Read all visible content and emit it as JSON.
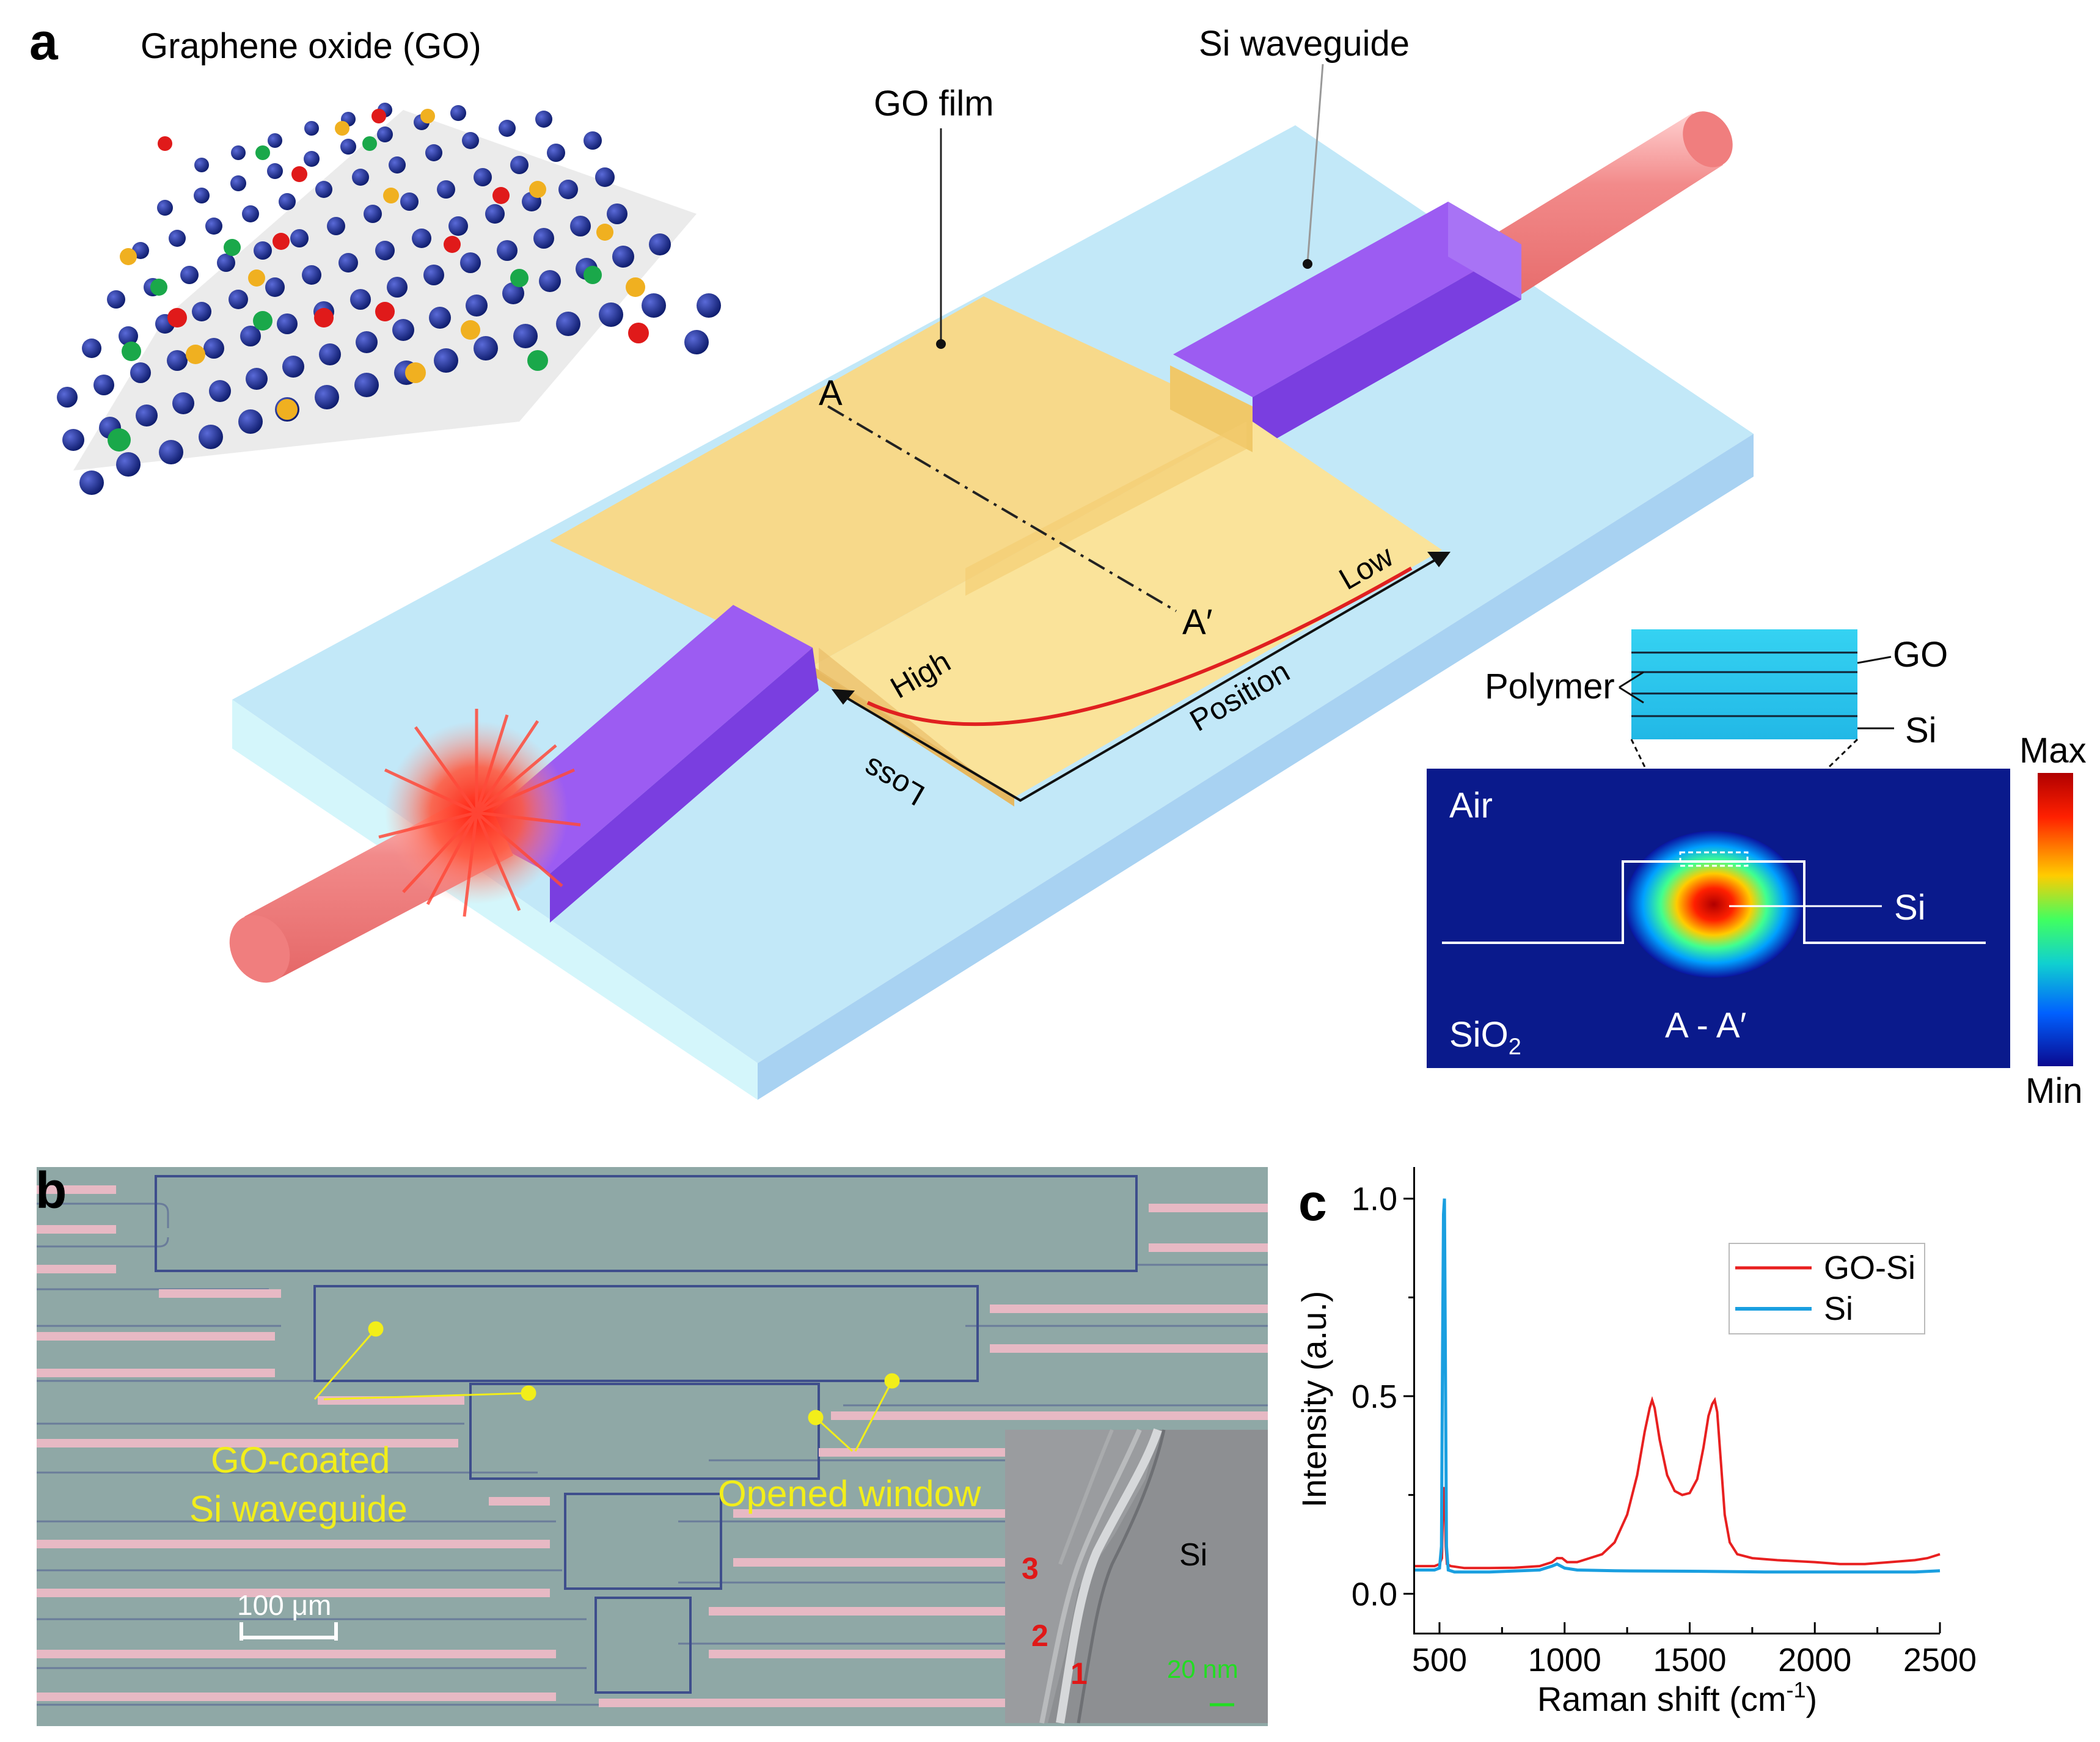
{
  "panel_a": {
    "letter": "a",
    "labels": {
      "graphene_oxide": "Graphene oxide (GO)",
      "si_waveguide": "Si waveguide",
      "go_film": "GO film",
      "section_a": "A",
      "section_a_prime": "A′",
      "high": "High",
      "low": "Low",
      "position": "Position",
      "loss": "Loss"
    },
    "inset": {
      "layers": {
        "polymer": "Polymer",
        "go": "GO",
        "si": "Si"
      },
      "air": "Air",
      "sio2": "SiO",
      "sio2_sub": "2",
      "si_core": "Si",
      "cross_section": "A - A′",
      "scale_max": "Max",
      "scale_min": "Min"
    },
    "colors": {
      "substrate": "#bfe6f8",
      "waveguide": "#9b59f0",
      "go_film": "#f9d77a",
      "fiber": "#f5888a",
      "loss_curve": "#e02020"
    }
  },
  "panel_b": {
    "letter": "b",
    "annotations": {
      "go_coated_line1": "GO-coated",
      "go_coated_line2": "Si waveguide",
      "opened_window": "Opened window",
      "scale_bar": "100 μm"
    },
    "sem_inset": {
      "label_si": "Si",
      "layer_numbers": [
        "3",
        "2",
        "1"
      ],
      "scale_bar": "20 nm"
    }
  },
  "panel_c": {
    "letter": "c",
    "chart_data": {
      "type": "line",
      "title": "",
      "xlabel": "Raman shift (cm",
      "xlabel_sup": "-1",
      "xlabel_end": ")",
      "ylabel": "Intensity (a.u.)",
      "xlim": [
        400,
        2500
      ],
      "ylim": [
        -0.1,
        1.08
      ],
      "xticks": [
        500,
        1000,
        1500,
        2000,
        2500
      ],
      "yticks": [
        0.0,
        0.5,
        1.0
      ],
      "ytick_labels": [
        "0.0",
        "0.5",
        "1.0"
      ],
      "legend_position": "top-right",
      "series": [
        {
          "name": "GO-Si",
          "color": "#e82020",
          "x": [
            400,
            480,
            500,
            510,
            515,
            520,
            525,
            530,
            545,
            600,
            700,
            800,
            900,
            950,
            970,
            990,
            1010,
            1050,
            1100,
            1150,
            1200,
            1250,
            1290,
            1320,
            1340,
            1350,
            1360,
            1380,
            1410,
            1440,
            1470,
            1500,
            1530,
            1555,
            1575,
            1590,
            1600,
            1610,
            1625,
            1640,
            1660,
            1690,
            1750,
            1850,
            2000,
            2100,
            2200,
            2300,
            2400,
            2450,
            2500
          ],
          "values": [
            0.07,
            0.07,
            0.075,
            0.09,
            0.25,
            0.27,
            0.12,
            0.075,
            0.07,
            0.065,
            0.065,
            0.066,
            0.07,
            0.08,
            0.09,
            0.09,
            0.08,
            0.08,
            0.09,
            0.1,
            0.13,
            0.2,
            0.3,
            0.41,
            0.47,
            0.49,
            0.47,
            0.39,
            0.3,
            0.26,
            0.25,
            0.255,
            0.29,
            0.37,
            0.45,
            0.48,
            0.49,
            0.46,
            0.33,
            0.2,
            0.13,
            0.1,
            0.09,
            0.085,
            0.08,
            0.075,
            0.075,
            0.08,
            0.085,
            0.09,
            0.1
          ]
        },
        {
          "name": "Si",
          "color": "#1a9fe0",
          "x": [
            400,
            480,
            500,
            508,
            512,
            516,
            520,
            524,
            528,
            535,
            560,
            700,
            900,
            950,
            970,
            1000,
            1050,
            1200,
            1500,
            1800,
            2100,
            2400,
            2500
          ],
          "values": [
            0.06,
            0.06,
            0.065,
            0.12,
            0.6,
            0.96,
            1.0,
            0.55,
            0.12,
            0.06,
            0.055,
            0.055,
            0.06,
            0.07,
            0.075,
            0.065,
            0.06,
            0.058,
            0.057,
            0.055,
            0.055,
            0.055,
            0.058
          ]
        }
      ]
    }
  }
}
